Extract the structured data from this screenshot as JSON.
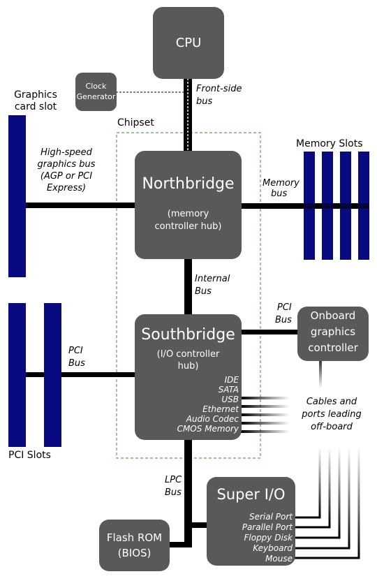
{
  "colors": {
    "box": "#595959",
    "slot": "#0a0a80",
    "bus": "#000000",
    "chipset_border": "#5aa35a"
  },
  "cpu": {
    "label": "CPU"
  },
  "clock_generator": {
    "line1": "Clock",
    "line2": "Generator"
  },
  "front_side_bus": {
    "line1": "Front-side",
    "line2": "bus"
  },
  "graphics_card_slot": {
    "line1": "Graphics",
    "line2": "card slot"
  },
  "chipset": {
    "label": "Chipset"
  },
  "graphics_bus": {
    "line1": "High-speed",
    "line2": "graphics bus",
    "line3": "(AGP or PCI",
    "line4": "Express)"
  },
  "northbridge": {
    "title": "Northbridge",
    "sub1": "(memory",
    "sub2": "controller hub)"
  },
  "memory_bus": {
    "line1": "Memory",
    "line2": "bus"
  },
  "memory_slots": {
    "label": "Memory Slots"
  },
  "internal_bus": {
    "line1": "Internal",
    "line2": "Bus"
  },
  "southbridge": {
    "title": "Southbridge",
    "sub1": "(I/O controller",
    "sub2": "hub)",
    "interfaces": [
      "IDE",
      "SATA",
      "USB",
      "Ethernet",
      "Audio Codec",
      "CMOS Memory"
    ]
  },
  "pci_bus_right": {
    "line1": "PCI",
    "line2": "Bus"
  },
  "onboard_graphics": {
    "line1": "Onboard",
    "line2": "graphics",
    "line3": "controller"
  },
  "pci_bus_left": {
    "line1": "PCI",
    "line2": "Bus"
  },
  "pci_slots": {
    "label": "PCI Slots"
  },
  "cables": {
    "line1": "Cables and",
    "line2": "ports leading",
    "line3": "off-board"
  },
  "lpc_bus": {
    "line1": "LPC",
    "line2": "Bus"
  },
  "super_io": {
    "title": "Super I/O",
    "ports": [
      "Serial Port",
      "Parallel Port",
      "Floppy Disk",
      "Keyboard",
      "Mouse"
    ]
  },
  "flash_rom": {
    "line1": "Flash ROM",
    "line2": "(BIOS)"
  }
}
